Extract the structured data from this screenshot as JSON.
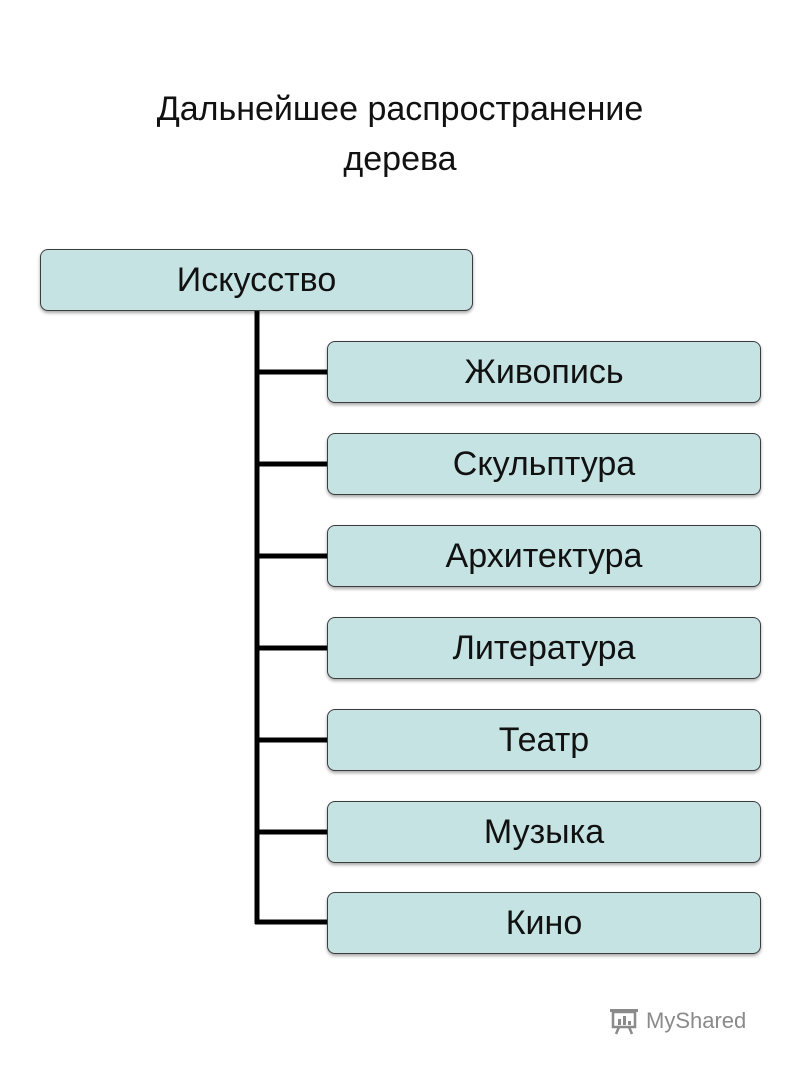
{
  "title_lines": [
    "Дальнейшее распространение",
    "дерева"
  ],
  "root": {
    "label": "Искусство"
  },
  "children": [
    {
      "label": "Живопись"
    },
    {
      "label": "Скульптура"
    },
    {
      "label": "Архитектура"
    },
    {
      "label": "Литература"
    },
    {
      "label": "Театр"
    },
    {
      "label": "Музыка"
    },
    {
      "label": "Кино"
    }
  ],
  "watermark": {
    "text": "MyShared",
    "icon": "presentation-board-icon"
  },
  "colors": {
    "node_fill": "#c6e3e4",
    "node_border": "#3c3c3c",
    "connector": "#000000"
  }
}
